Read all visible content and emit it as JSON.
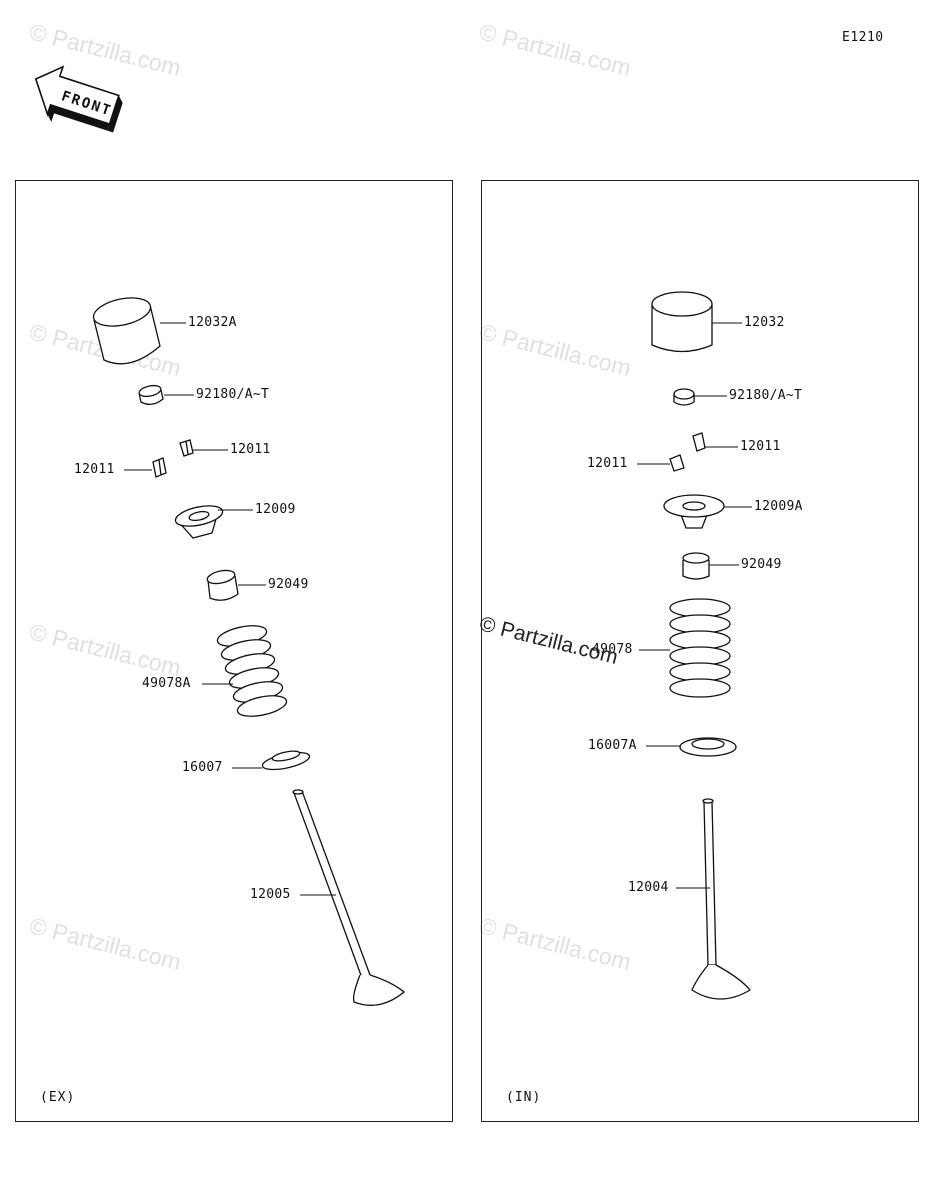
{
  "diagram_code": "E1210",
  "front_label": "FRONT",
  "watermark": "© Partzilla.com",
  "panels": {
    "exhaust": {
      "label": "(EX)",
      "parts": {
        "tappet": "12032A",
        "shim": "92180/A~T",
        "cotter_right": "12011",
        "cotter_left": "12011",
        "retainer": "12009",
        "seal": "92049",
        "spring": "49078A",
        "seat": "16007",
        "valve": "12005"
      }
    },
    "intake": {
      "label": "(IN)",
      "parts": {
        "tappet": "12032",
        "shim": "92180/A~T",
        "cotter_right": "12011",
        "cotter_left": "12011",
        "retainer": "12009A",
        "seal": "92049",
        "spring": "49078",
        "seat": "16007A",
        "valve": "12004"
      }
    }
  }
}
